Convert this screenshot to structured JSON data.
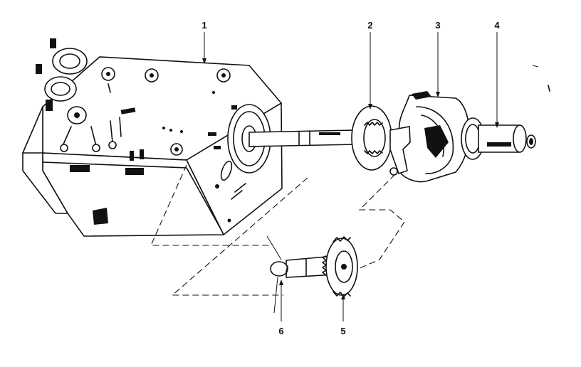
{
  "callouts": {
    "c1": "1",
    "c2": "2",
    "c3": "3",
    "c4": "4",
    "c5": "5",
    "c6": "6"
  },
  "icons": {
    "housing": "timer-housing-icon",
    "shaft": "drive-shaft-icon",
    "washer": "spline-washer-icon",
    "cam": "cam-assembly-icon",
    "sleeve": "sleeve-icon",
    "gear": "pinion-gear-icon",
    "cap": "end-cap-icon"
  }
}
